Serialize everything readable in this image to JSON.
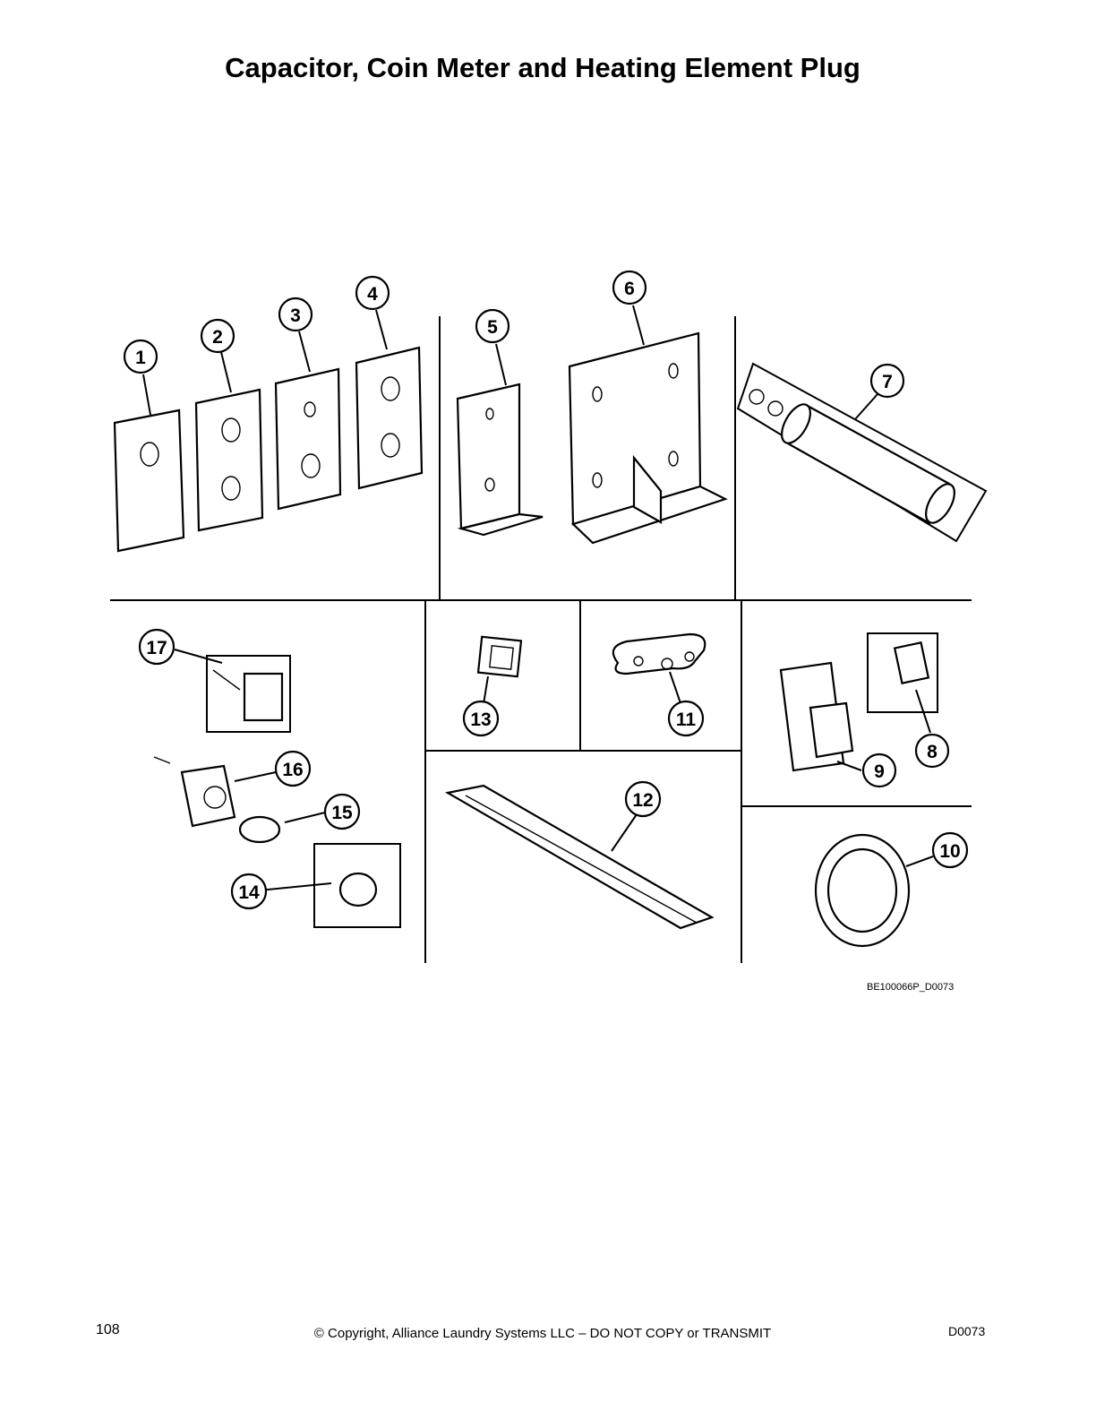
{
  "page": {
    "title": "Capacitor, Coin Meter and Heating Element Plug",
    "figure_code": "BE100066P_D0073"
  },
  "callouts": [
    "1",
    "2",
    "3",
    "4",
    "5",
    "6",
    "7",
    "8",
    "9",
    "10",
    "11",
    "12",
    "13",
    "14",
    "15",
    "16",
    "17"
  ],
  "footer": {
    "page_number": "108",
    "copyright": "© Copyright, Alliance Laundry Systems LLC – DO NOT COPY or TRANSMIT",
    "doc_code": "D0073"
  }
}
